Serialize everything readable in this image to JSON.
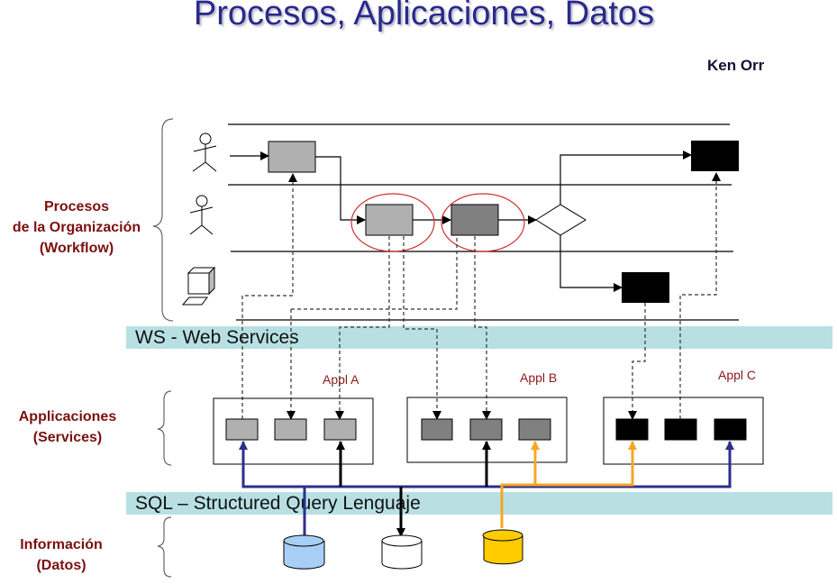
{
  "title": "Procesos, Aplicaciones, Datos",
  "author": "Ken Orr",
  "layers": {
    "processes": {
      "line1": "Procesos",
      "line2": "de la Organización",
      "line3": "(Workflow)"
    },
    "applications": {
      "line1": "Applicaciones",
      "line2": "(Services)"
    },
    "information": {
      "line1": "Información",
      "line2": "(Datos)"
    }
  },
  "bands": {
    "ws": "WS - Web Services",
    "sql": "SQL – Structured  Query Lenguaje"
  },
  "apps": [
    {
      "name": "Appl A",
      "color": "#b0b0b0"
    },
    {
      "name": "Appl B",
      "color": "#808080"
    },
    {
      "name": "Appl C",
      "color": "#000000"
    }
  ],
  "databases": [
    {
      "name": "database-blue",
      "color": "#a8cff5"
    },
    {
      "name": "database-white",
      "color": "#ffffff"
    },
    {
      "name": "database-yellow",
      "color": "#ffcc00"
    }
  ],
  "colors": {
    "title": "#2a2a8c",
    "label": "#7a1010",
    "band": "#b8e0e3",
    "highlight": "#d03030",
    "blue_link": "#2e2e8c",
    "orange_link": "#f5a623"
  }
}
